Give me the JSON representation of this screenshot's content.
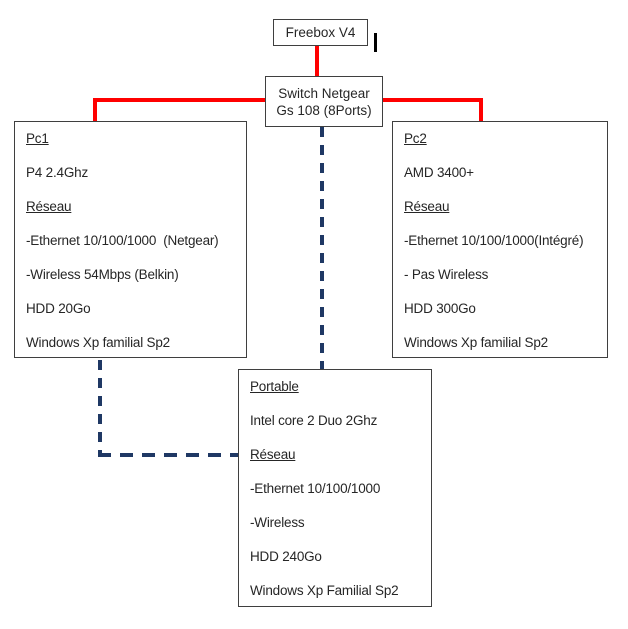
{
  "colors": {
    "wired_link": "#ff0000",
    "wireless_link": "#1f3864",
    "box_border": "#3f3f3f"
  },
  "nodes": {
    "freebox": {
      "label": "Freebox V4"
    },
    "switch": {
      "line1": "Switch Netgear",
      "line2": "Gs 108 (8Ports)"
    },
    "pc1": {
      "title": "Pc1",
      "cpu": "P4 2.4Ghz",
      "network_heading": "Réseau",
      "ethernet": "-Ethernet 10/100/1000  (Netgear)",
      "wireless": "-Wireless 54Mbps (Belkin)",
      "hdd": "HDD 20Go",
      "os": "Windows Xp familial Sp2"
    },
    "pc2": {
      "title": "Pc2",
      "cpu": "AMD 3400+",
      "network_heading": "Réseau",
      "ethernet": "-Ethernet 10/100/1000(Intégré)",
      "wireless": "- Pas Wireless",
      "hdd": "HDD 300Go",
      "os": "Windows Xp familial Sp2"
    },
    "portable": {
      "title": "Portable",
      "cpu": "Intel core 2 Duo 2Ghz",
      "network_heading": "Réseau",
      "ethernet": "-Ethernet 10/100/1000",
      "wireless": "-Wireless",
      "hdd": "HDD 240Go",
      "os": "Windows Xp Familial Sp2"
    }
  }
}
